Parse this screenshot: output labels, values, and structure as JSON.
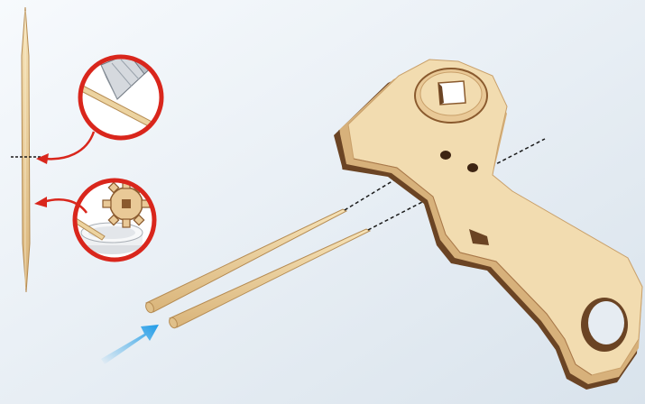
{
  "scene": {
    "kind": "wooden-model-assembly-instruction",
    "colors": {
      "background_light": "#f4f8fc",
      "background_dark": "#dde6ee",
      "wood_face": "#f2dcb0",
      "wood_edge": "#c9a06a",
      "plywood_dark_layer": "#6b4424",
      "toothpick": "#ecd3a0",
      "callout_ring": "#d9261c",
      "insert_arrow": "#2aa0e6",
      "guide_line": "#1a1a1a"
    },
    "icons": {
      "cut": "cutter-knife-icon",
      "glue": "glue-pot-icon"
    },
    "steps": [
      {
        "name": "cut-toothpick-in-half",
        "icon": "cutter-knife-icon"
      },
      {
        "name": "apply-glue-to-toothpick-end",
        "icon": "glue-pot-icon"
      },
      {
        "name": "insert-toothpicks-into-lever-holes",
        "count": 2
      }
    ]
  }
}
